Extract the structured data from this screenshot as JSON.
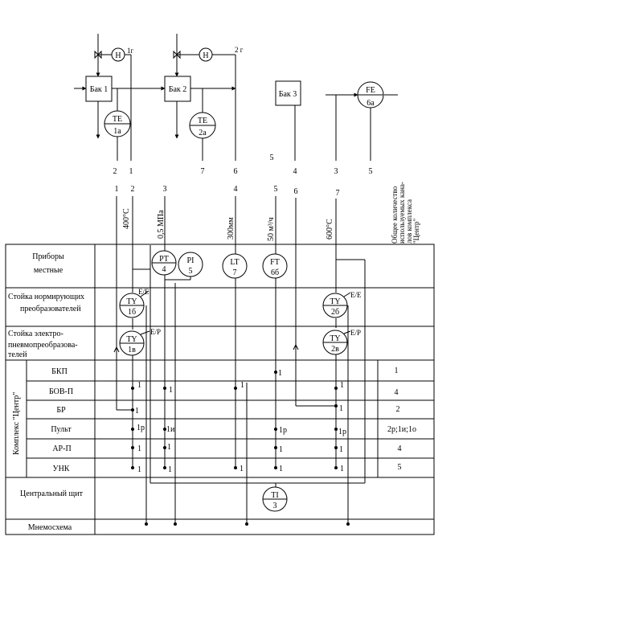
{
  "process": {
    "tank1": "Бак 1",
    "tank2": "Бак 2",
    "tank3": "Бак 3",
    "h1": "Н",
    "h1_tag": "1г",
    "h2": "Н",
    "h2_tag": "2 г",
    "te1": [
      "ТЕ",
      "1а"
    ],
    "te2": [
      "ТЕ",
      "2а"
    ],
    "fe": [
      "FE",
      "6а"
    ],
    "lead_top": [
      "2",
      "1",
      "7",
      "6",
      "5",
      "4",
      "3",
      "5"
    ]
  },
  "channels": {
    "numbers": [
      "1",
      "2",
      "3",
      "4",
      "5",
      "6",
      "7"
    ],
    "params": [
      "400°С",
      "0,5 МПа",
      "300мм",
      "50 м³/ч",
      "600°С"
    ],
    "total_header": "Общее количество используемых кана-лов комплекса \"Центр\""
  },
  "table": {
    "rows": {
      "local": "Приборы местные",
      "norm": "Стойка нормирующих преобразователей",
      "epp": "Стойка электро-пневмопреобразова-телей",
      "complex": "Комплекс \"Центр\"",
      "central": "Центральный щит",
      "mnemo": "Мнемосхема"
    },
    "subrows": [
      "БКП",
      "БОВ-П",
      "БР",
      "Пульт",
      "АР-П",
      "УНК"
    ],
    "totals": [
      "1",
      "4",
      "2",
      "2р;1и;1о",
      "4",
      "5"
    ]
  },
  "instruments": {
    "pt": [
      "PT",
      "4"
    ],
    "pi": [
      "PI",
      "5"
    ],
    "lt": [
      "LT",
      "7"
    ],
    "ft": [
      "FT",
      "6б"
    ],
    "ty1b": [
      "TY",
      "1б"
    ],
    "ty2b": [
      "TY",
      "2б"
    ],
    "ty1v": [
      "TY",
      "1в"
    ],
    "ty2v": [
      "TY",
      "2в"
    ],
    "ti": [
      "TI",
      "3"
    ],
    "ee1": "E/E",
    "ee2": "E/E",
    "ep1": "E/P",
    "ep2": "E/P"
  },
  "marks": {
    "bkp": [
      "1"
    ],
    "bov": [
      "1",
      "1",
      "1",
      "1"
    ],
    "br": [
      "1",
      "1"
    ],
    "pult": [
      "1р",
      "1и",
      "1р",
      "1р"
    ],
    "arp": [
      "1",
      "1",
      "1",
      "1"
    ],
    "unk": [
      "1",
      "1",
      "1",
      "1",
      "1"
    ]
  }
}
